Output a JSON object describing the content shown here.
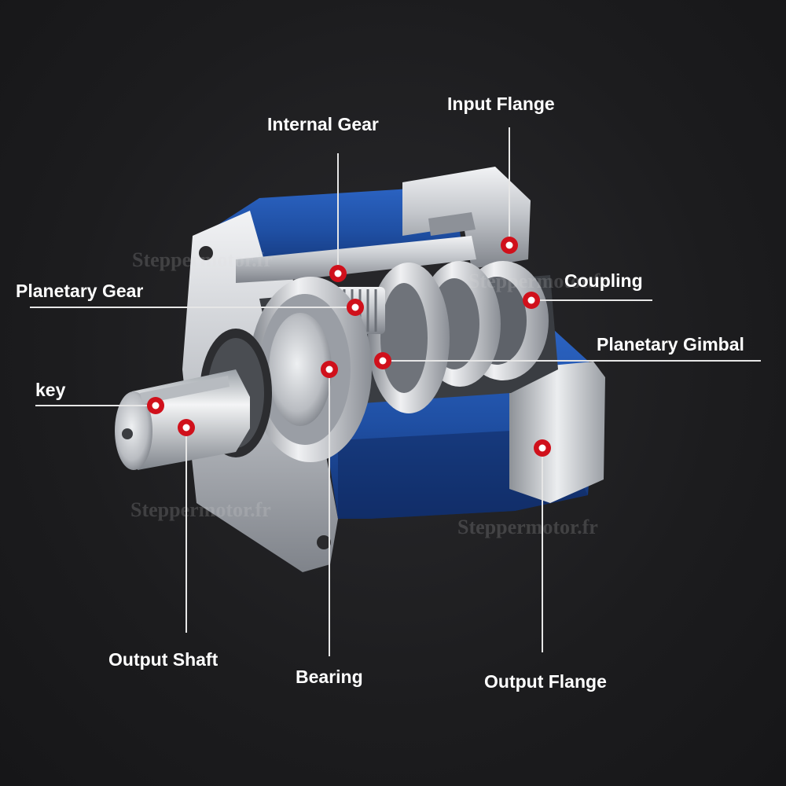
{
  "colors": {
    "background": "#1c1c1e",
    "housing_blue": "#1f4fa3",
    "metal": "#c9ccd1",
    "label_text": "#ffffff",
    "leader_line": "#e6e6e6",
    "marker_ring": "#d0101b",
    "marker_center": "#ffffff"
  },
  "labels": {
    "input_flange": "Input Flange",
    "internal_gear": "Internal Gear",
    "planetary_gear": "Planetary Gear",
    "coupling": "Coupling",
    "planetary_gimbal": "Planetary Gimbal",
    "key": "key",
    "output_shaft": "Output Shaft",
    "bearing": "Bearing",
    "output_flange": "Output Flange"
  },
  "watermark": "Steppermotor.fr"
}
